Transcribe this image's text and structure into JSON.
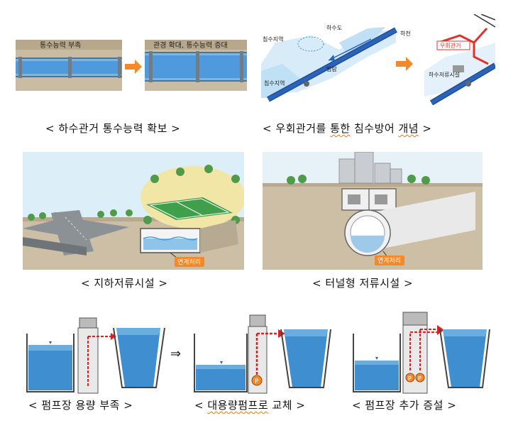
{
  "captions": {
    "pipe_capacity": "< 하수관거 통수능력 확보 >",
    "bypass_concept_pre": "< 우회관거를 ",
    "bypass_concept_squig": "통한",
    "bypass_concept_post": " 침수방어 ",
    "bypass_concept_squig2": "개념",
    "bypass_concept_end": " >",
    "underground_storage": "< 지하저류시설 >",
    "tunnel_storage": "< 터널형 저류시설 >",
    "pump_shortage": "< 펌프장 용량 부족 >",
    "pump_replace_pre": "< ",
    "pump_replace_squig": "대용량펌프로",
    "pump_replace_post": " 교체 >",
    "pump_add": "< 펌프장 추가 증설 >"
  },
  "labels": {
    "lack": "통수능력 부족",
    "expand": "관경 확대, 통수능력 증대",
    "flood_area": "침수지역",
    "sewer": "하수도",
    "river": "하천",
    "overflow": "범람",
    "flood_area2": "침수지역",
    "bypass": "우회관거",
    "storage_fac": "하수저류시설",
    "link_treat": "연계처리",
    "link_treat2": "연계처리",
    "p": "P"
  },
  "transition_symbol": "⇒",
  "colors": {
    "water": "#3f8fd0",
    "water_light": "#a9d3ef",
    "ground": "#cdbfa6",
    "orange": "#f2892a",
    "red": "#d92323",
    "pipe": "#2b63b8",
    "bypass_red": "#e0332c"
  }
}
